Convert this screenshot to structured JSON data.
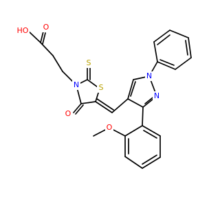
{
  "atoms": {
    "ho": {
      "text": "HO",
      "color": "#ff0000"
    },
    "o_carboxyl": {
      "text": "O",
      "color": "#ff0000"
    },
    "s_thione": {
      "text": "S",
      "color": "#b8a000"
    },
    "s_ring": {
      "text": "S",
      "color": "#b8a000"
    },
    "n_ring": {
      "text": "N",
      "color": "#0000ff"
    },
    "o_keto": {
      "text": "O",
      "color": "#ff0000"
    },
    "n_pyrazole_1": {
      "text": "N",
      "color": "#0000ff"
    },
    "n_pyrazole_2": {
      "text": "N",
      "color": "#0000ff"
    },
    "o_methoxy": {
      "text": "O",
      "color": "#ff0000"
    }
  },
  "colors": {
    "bond": "#000000",
    "background": "#ffffff"
  }
}
